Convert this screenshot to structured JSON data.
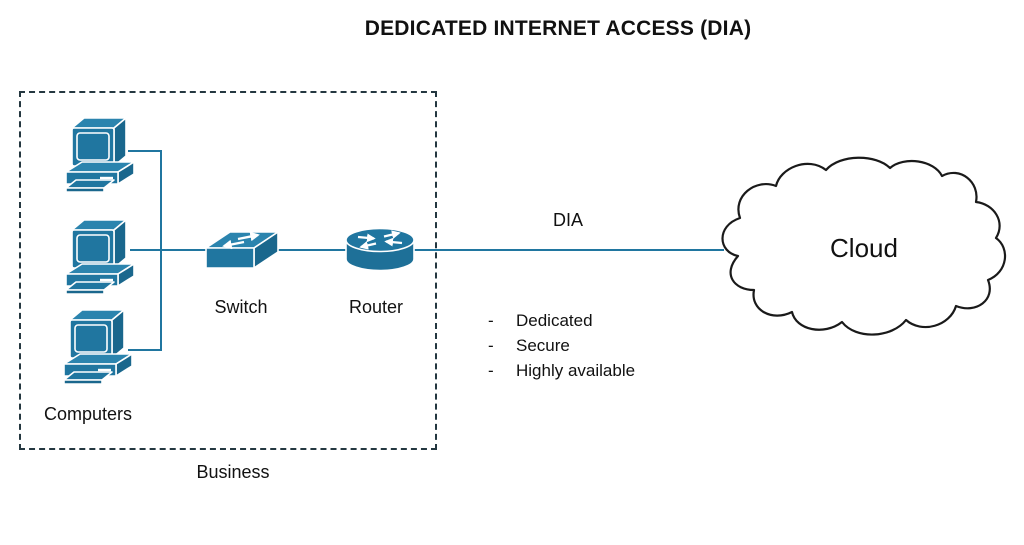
{
  "title": "DEDICATED INTERNET ACCESS (DIA)",
  "diagram": {
    "business": {
      "label": "Business",
      "computers_label": "Computers",
      "computer_count": 3
    },
    "switch": {
      "label": "Switch"
    },
    "router": {
      "label": "Router"
    },
    "dia_link": {
      "label": "DIA"
    },
    "features": {
      "items": [
        {
          "bullet": "-",
          "text": "Dedicated"
        },
        {
          "bullet": "-",
          "text": "Secure"
        },
        {
          "bullet": "-",
          "text": "Highly available"
        }
      ]
    },
    "cloud": {
      "label": "Cloud"
    }
  },
  "icons": {
    "computer": "desktop-computer-icon",
    "switch": "network-switch-icon",
    "router": "router-icon",
    "cloud": "cloud-shape"
  },
  "colors": {
    "device_teal": "#2076A0",
    "device_teal_light": "#2B84AE",
    "device_teal_dark": "#1A678D",
    "connector_line": "#2076A0",
    "boundary_dash": "#243740",
    "text": "#111111",
    "cloud_outline": "#1A1A1A",
    "background": "#FFFFFF"
  }
}
